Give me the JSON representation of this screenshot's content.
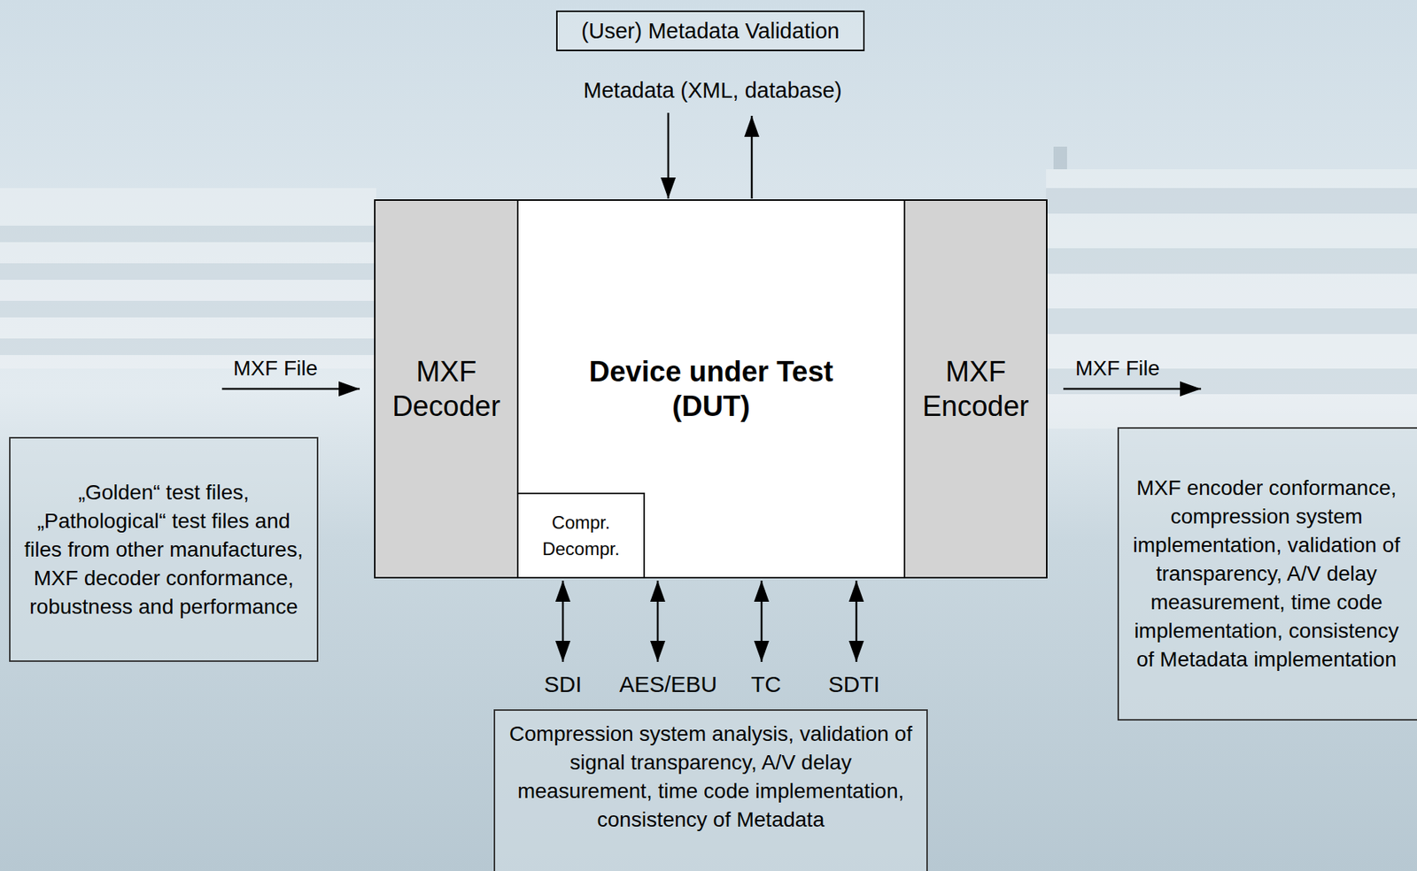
{
  "diagram": {
    "nodes": [
      {
        "text": [
          "(User) Metadata Validation"
        ]
      },
      {
        "text": [
          "MXF Decoder"
        ]
      },
      {
        "text": [
          "Device under Test (DUT)"
        ]
      },
      {
        "text": [
          "Compr. Decompr."
        ],
        "in": 2
      },
      {
        "text": [
          "MXF Encoder"
        ]
      },
      {
        "text": [
          "„Golden“ test files, „Pathological“ test files and files from other manufactures, MXF decoder conformance, robustness and performance"
        ]
      },
      {
        "text": [
          "MXF encoder conformance, compression system implementation, validation of transparency, A/V delay measurement, time code implementation, consistency of Metadata implementation"
        ]
      },
      {
        "text": [
          "Compression system analysis, validation of signal transparency, A/V delay measurement, time code implementation, consistency of Metadata"
        ]
      }
    ],
    "labels": [
      "Metadata (XML, database)",
      "MXF File",
      "MXF File",
      "SDI",
      "AES/EBU",
      "TC",
      "SDTI"
    ]
  }
}
